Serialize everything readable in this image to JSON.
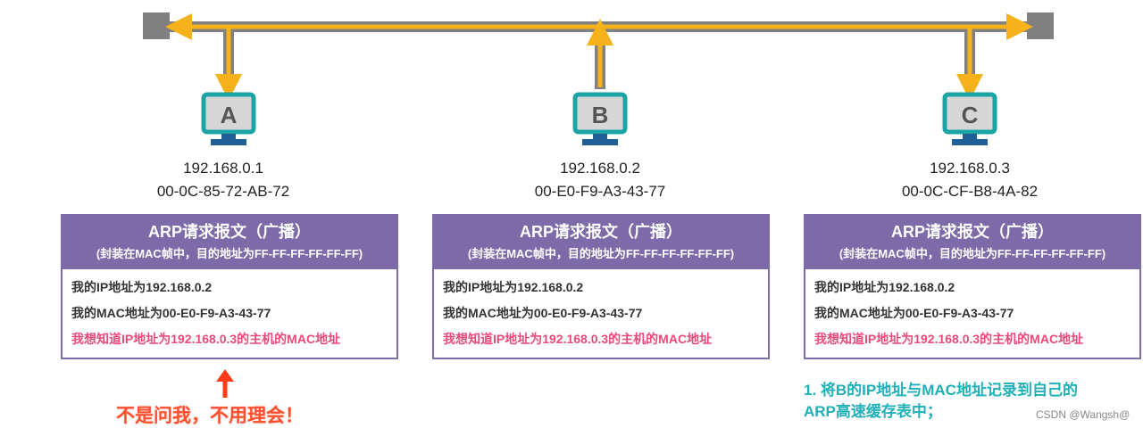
{
  "hosts": [
    {
      "label": "A",
      "ip": "192.168.0.1",
      "mac": "00-0C-85-72-AB-72"
    },
    {
      "label": "B",
      "ip": "192.168.0.2",
      "mac": "00-E0-F9-A3-43-77"
    },
    {
      "label": "C",
      "ip": "192.168.0.3",
      "mac": "00-0C-CF-B8-4A-82"
    }
  ],
  "packets": [
    {
      "title": "ARP请求报文（广播）",
      "subtitle": "(封装在MAC帧中，目的地址为FF-FF-FF-FF-FF-FF)",
      "line1": "我的IP地址为192.168.0.2",
      "line2": "我的MAC地址为00-E0-F9-A3-43-77",
      "line3": "我想知道IP地址为192.168.0.3的主机的MAC地址"
    },
    {
      "title": "ARP请求报文（广播）",
      "subtitle": "(封装在MAC帧中，目的地址为FF-FF-FF-FF-FF-FF)",
      "line1": "我的IP地址为192.168.0.2",
      "line2": "我的MAC地址为00-E0-F9-A3-43-77",
      "line3": "我想知道IP地址为192.168.0.3的主机的MAC地址"
    },
    {
      "title": "ARP请求报文（广播）",
      "subtitle": "(封装在MAC帧中，目的地址为FF-FF-FF-FF-FF-FF)",
      "line1": "我的IP地址为192.168.0.2",
      "line2": "我的MAC地址为00-E0-F9-A3-43-77",
      "line3": "我想知道IP地址为192.168.0.3的主机的MAC地址"
    }
  ],
  "notes": {
    "a": "不是问我，不用理会！",
    "c1": "1. 将B的IP地址与MAC地址记录到自己的",
    "c2": "ARP高速缓存表中；"
  },
  "watermark": "CSDN @Wangsh@",
  "colors": {
    "bus": "#808080",
    "signal": "#f5b21a",
    "monitor": "#1aa3a3",
    "stand": "#1f5f96",
    "header": "#7d6aa8",
    "red": "#e84a7a"
  }
}
